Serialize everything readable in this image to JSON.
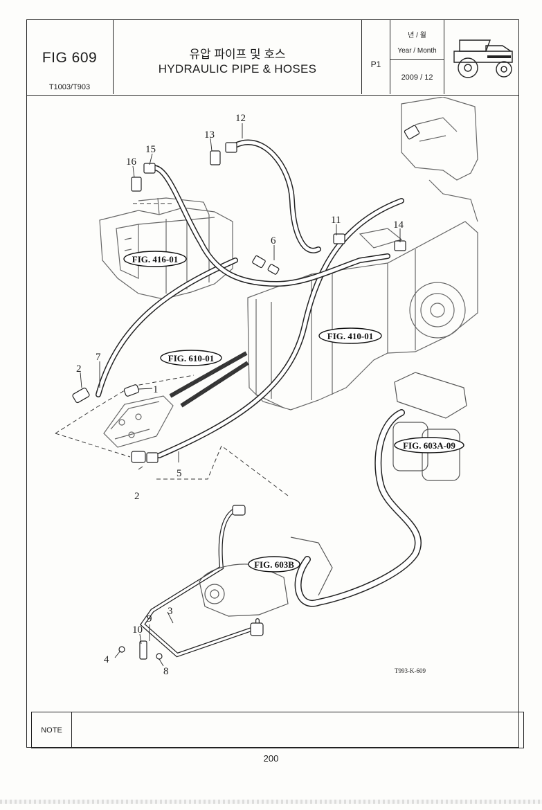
{
  "header": {
    "fig_number": "FIG 609",
    "models": "T1003/T903",
    "title_ko": "유압 파이프 및 호스",
    "title_en": "HYDRAULIC PIPE & HOSES",
    "page": "P1",
    "year_month_ko": "년 / 월",
    "year_month_en": "Year / Month",
    "date": "2009 / 12"
  },
  "diagram": {
    "callouts": {
      "fig_416": "FIG. 416-01",
      "fig_410": "FIG. 410-01",
      "fig_610": "FIG. 610-01",
      "fig_603a": "FIG. 603A-09",
      "fig_603b": "FIG. 603B"
    },
    "part_numbers": {
      "p1": "1",
      "p2a": "2",
      "p2b": "2",
      "p3": "3",
      "p4": "4",
      "p5": "5",
      "p6": "6",
      "p7": "7",
      "p8": "8",
      "p9": "9",
      "p10": "10",
      "p11": "11",
      "p12": "12",
      "p13": "13",
      "p14": "14",
      "p15": "15",
      "p16": "16"
    },
    "doc_id": "T993-K-609"
  },
  "note": {
    "label": "NOTE",
    "text": ""
  },
  "footer": {
    "page_number": "200"
  }
}
